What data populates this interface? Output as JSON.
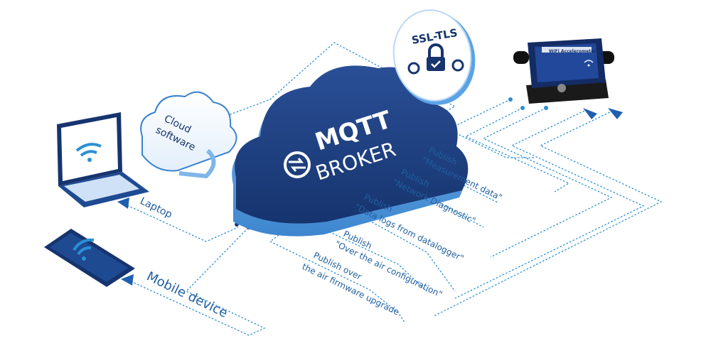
{
  "diagram": {
    "broker": {
      "line1": "MQTT",
      "line2": "BROKER"
    },
    "cloud_software": {
      "line1": "Cloud",
      "line2": "software"
    },
    "ssl": {
      "label": "SSL-TLS"
    },
    "device": {
      "title": "WiFi Accelerometer"
    },
    "clients": {
      "laptop": "Laptop",
      "mobile": "Mobile device"
    },
    "flows": [
      {
        "line1": "Publish",
        "line2": "\"Measurement data\""
      },
      {
        "line1": "Publish",
        "line2": "\"Network Diagnostic\""
      },
      {
        "line1": "Publish",
        "line2": "\"Data logs from datalogger\""
      },
      {
        "line1": "Publish",
        "line2": "\"Over the air configuration\""
      },
      {
        "line1": "Publish over",
        "line2": "the air firmware upgrade"
      }
    ]
  }
}
